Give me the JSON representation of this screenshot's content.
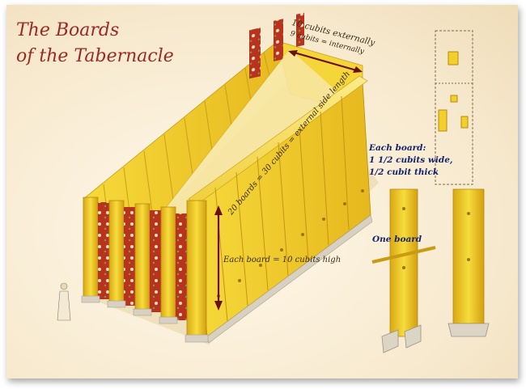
{
  "title": {
    "line1": "The Boards",
    "line2": "of the Tabernacle"
  },
  "labels": {
    "width_external": "10 cubits externally",
    "width_internal": "9 cubits = internally",
    "side_length": "20 boards = 30 cubits = external side length",
    "board_height": "Each board = 10 cubits high",
    "board_spec_heading": "Each board:",
    "board_spec_width": "1 1/2 cubits wide,",
    "board_spec_thick": "1/2 cubit thick",
    "one_board": "One board"
  },
  "colors": {
    "gold": "#f2cf2a",
    "gold_dark": "#c99a12",
    "curtain_red": "#b8321e",
    "arrow": "#6a1010",
    "title": "#9a2a22",
    "note_blue": "#15246a"
  }
}
